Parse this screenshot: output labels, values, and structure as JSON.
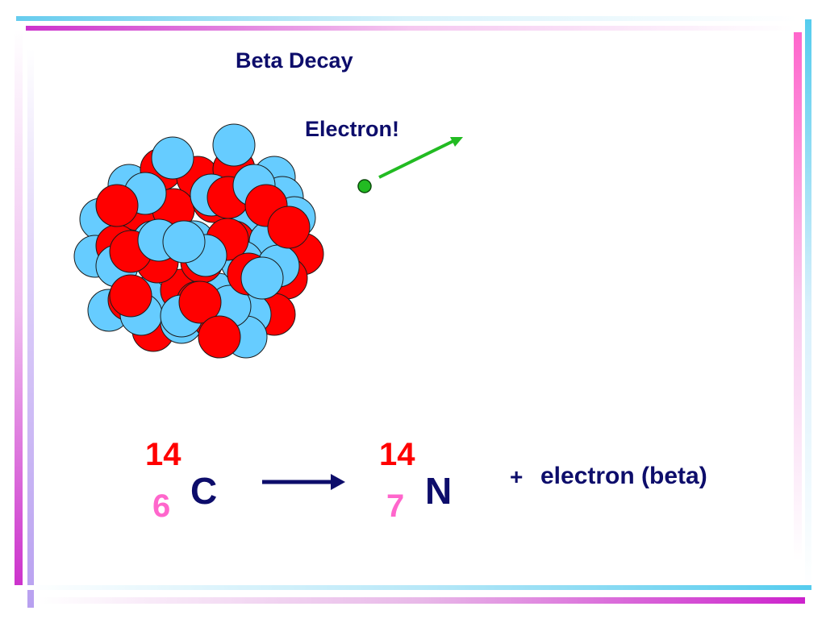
{
  "slide": {
    "title": "Beta Decay",
    "electron_label": "Electron!"
  },
  "equation": {
    "reactant": {
      "mass_number": "14",
      "atomic_number": "6",
      "symbol": "C"
    },
    "product": {
      "mass_number": "14",
      "atomic_number": "7",
      "symbol": "N"
    },
    "plus": "+",
    "extra_product": "electron (beta)"
  },
  "colors": {
    "proton": "#ff0000",
    "neutron": "#66ccff",
    "electron": "#22bb22",
    "arrow": "#0d0d6b",
    "text": "#0d0d6b",
    "mass_number": "#ff0000",
    "atomic_number": "#ff66cc"
  }
}
